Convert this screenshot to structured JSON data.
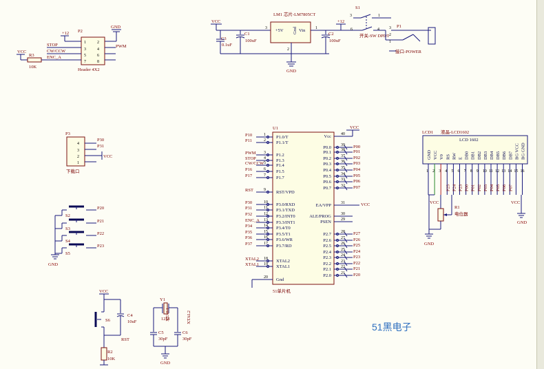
{
  "colors": {
    "background": "#fdfdf5",
    "wire": "#16167a",
    "label": "#7a0000",
    "body": "#fdfde4",
    "watermark": "#2e6fbf"
  },
  "power": {
    "vcc": "VCC",
    "gnd": "GND",
    "p12": "+12"
  },
  "regulator": {
    "ref": "LM1",
    "part": "芯片-LM7805CT",
    "in_label": "+5V",
    "gnd_label": "Gnd",
    "out_label": "Vin",
    "pin3": "3",
    "pin1": "1",
    "pin2": "2",
    "c1": "C1",
    "c1v": "100uF",
    "c2": "C2",
    "c2v": "100uF",
    "c3": "C3",
    "c3v": "0.1uF"
  },
  "switch1": {
    "ref": "S1",
    "part": "开关-SW DPDT",
    "pins": [
      "3",
      "1",
      "6",
      "4"
    ]
  },
  "power_jack": {
    "ref": "P1",
    "part": "接口-POWER",
    "pins": [
      "3",
      "2",
      "1"
    ]
  },
  "header_p2": {
    "ref": "P2",
    "part": "Header 4X2",
    "pwr": "+12",
    "gnd": "GND",
    "left_pins": [
      "1",
      "3",
      "5",
      "7"
    ],
    "right_pins": [
      "2",
      "4",
      "6",
      "8"
    ],
    "left_nets": [
      "STOP",
      "CW/CCW",
      "ENC_A"
    ],
    "right_net": "PWM"
  },
  "r3": {
    "ref": "R3",
    "val": "10K",
    "vcc": "VCC"
  },
  "header_p3": {
    "ref": "P3",
    "part": "下载口",
    "pins": [
      "4",
      "3",
      "2",
      "1"
    ],
    "nets": [
      "P30",
      "P31"
    ],
    "vcc": "VCC"
  },
  "mcu": {
    "ref": "U1",
    "part": "51单片机",
    "vcc": "VCC",
    "left_pins": [
      {
        "num": "1",
        "name": "P1.0/T",
        "net": "P10"
      },
      {
        "num": "2",
        "name": "P1.1/T",
        "net": "P11"
      },
      {
        "num": "3",
        "name": "P1.2",
        "net": "PWM"
      },
      {
        "num": "4",
        "name": "P1.3",
        "net": "STOP"
      },
      {
        "num": "5",
        "name": "P1.4",
        "net": "CW/CCW"
      },
      {
        "num": "6",
        "name": "P1.5",
        "net": "P16"
      },
      {
        "num": "7",
        "name": "P1.7",
        "net": "P17"
      },
      {
        "num": "9",
        "name": "RST/VPD",
        "net": "RST"
      },
      {
        "num": "10",
        "name": "P3.0/RXD",
        "net": "P30"
      },
      {
        "num": "11",
        "name": "P3.1/TXD",
        "net": "P31"
      },
      {
        "num": "12",
        "name": "P3.2/INT0",
        "net": "P32"
      },
      {
        "num": "13",
        "name": "P3.3/INT1",
        "net": "ENC_A"
      },
      {
        "num": "14",
        "name": "P3.4/T0",
        "net": "P34"
      },
      {
        "num": "15",
        "name": "P3.5/T1",
        "net": "P35"
      },
      {
        "num": "16",
        "name": "P3.6/WR",
        "net": "P36"
      },
      {
        "num": "17",
        "name": "P3.7/RD",
        "net": "P37"
      },
      {
        "num": "18",
        "name": "XTAL2",
        "net": "XTAL2"
      },
      {
        "num": "19",
        "name": "XTAL1",
        "net": "XTAL1"
      },
      {
        "num": "20",
        "name": "Gnd",
        "net": ""
      }
    ],
    "right_pins": [
      {
        "num": "40",
        "name": "Vcc",
        "net": ""
      },
      {
        "num": "39",
        "name": "P0.0",
        "net": "P00"
      },
      {
        "num": "38",
        "name": "P0.1",
        "net": "P01"
      },
      {
        "num": "37",
        "name": "P0.2",
        "net": "P02"
      },
      {
        "num": "36",
        "name": "P0.3",
        "net": "P03"
      },
      {
        "num": "35",
        "name": "P0.4",
        "net": "P04"
      },
      {
        "num": "34",
        "name": "P0.5",
        "net": "P05"
      },
      {
        "num": "33",
        "name": "P0.6",
        "net": "P06"
      },
      {
        "num": "32",
        "name": "P0.7",
        "net": "P07"
      },
      {
        "num": "31",
        "name": "EA/VPP",
        "net": "VCC"
      },
      {
        "num": "30",
        "name": "ALE/PROG",
        "net": ""
      },
      {
        "num": "29",
        "name": "PSEN",
        "net": ""
      },
      {
        "num": "28",
        "name": "P2.7",
        "net": "P27"
      },
      {
        "num": "27",
        "name": "P2.6",
        "net": "P26"
      },
      {
        "num": "26",
        "name": "P2.5",
        "net": "P25"
      },
      {
        "num": "25",
        "name": "P2.4",
        "net": "P24"
      },
      {
        "num": "24",
        "name": "P2.3",
        "net": "P23"
      },
      {
        "num": "23",
        "name": "P2.2",
        "net": "P22"
      },
      {
        "num": "22",
        "name": "P2.1",
        "net": "P21"
      },
      {
        "num": "21",
        "name": "P2.0",
        "net": "P20"
      }
    ]
  },
  "lcd": {
    "ref": "LCD1",
    "part": "液晶-LCD1602",
    "title": "LCD 1602",
    "pins": [
      "GND",
      "VCC",
      "V0",
      "RS",
      "RW",
      "E",
      "DB0",
      "DB1",
      "DB2",
      "DB3",
      "DB4",
      "DB5",
      "DB6",
      "DB7",
      "BG VCC",
      "BG GND"
    ],
    "nums": [
      "1",
      "2",
      "3",
      "4",
      "5",
      "6",
      "7",
      "8",
      "9",
      "10",
      "11",
      "12",
      "13",
      "14",
      "15",
      "16"
    ],
    "nets": [
      "",
      "",
      "",
      "P25",
      "P24",
      "P23",
      "P00",
      "P01",
      "P02",
      "P03",
      "P04",
      "P05",
      "P06",
      "P07",
      "",
      ""
    ],
    "r1": "R1",
    "r1v": "电位器",
    "vcc": "VCC",
    "gnd": "GND"
  },
  "buttons": {
    "items": [
      {
        "ref": "S2",
        "net": "P20"
      },
      {
        "ref": "S3",
        "net": "P21"
      },
      {
        "ref": "S4",
        "net": "P22"
      },
      {
        "ref": "S5",
        "net": "P23"
      }
    ],
    "gnd": "GND"
  },
  "reset": {
    "vcc": "VCC",
    "s6": "S6",
    "c4": "C4",
    "c4v": "10uF",
    "rst": "RST",
    "r2": "R2",
    "r2v": "10K",
    "gnd": "GND"
  },
  "crystal": {
    "ref": "Y1",
    "val": "12M",
    "x1": "XTAL1",
    "x2": "XTAL2",
    "c5": "C5",
    "c5v": "30pF",
    "c6": "C6",
    "c6v": "30pF",
    "gnd": "GND"
  },
  "watermark": "51黑电子"
}
